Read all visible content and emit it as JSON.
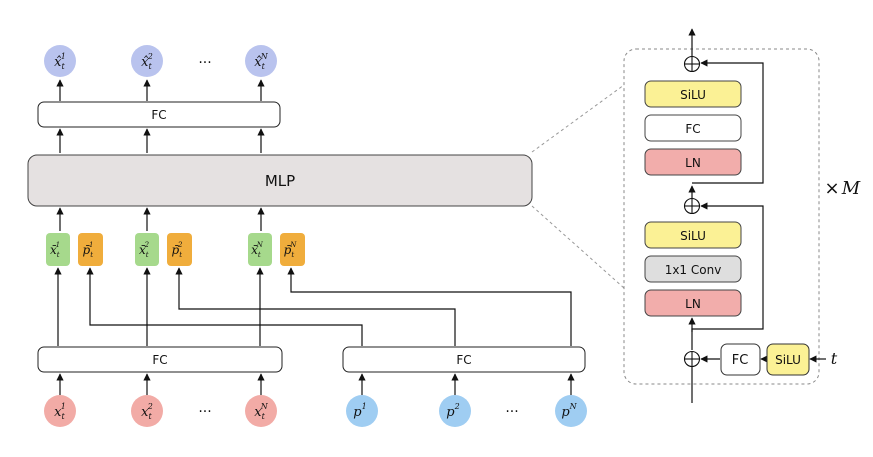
{
  "colors": {
    "pink_node": "#f2aba6",
    "blue_node": "#9fcdf2",
    "violet_node": "#b9c3ee",
    "green_token": "#a6d98c",
    "orange_token": "#f0ad3c",
    "mlp_fill": "#e5e1e1",
    "silu_fill": "#fbf195",
    "ln_fill": "#f2adab",
    "conv_fill": "#dedede",
    "line": "#111111",
    "dashed": "#888888"
  },
  "labels": {
    "fc_top": "FC",
    "mlp": "MLP",
    "fc_bottom_left": "FC",
    "fc_bottom_right": "FC",
    "ellipsis": "···",
    "block_upper_silu": "SiLU",
    "block_upper_fc": "FC",
    "block_upper_ln": "LN",
    "block_lower_silu": "SiLU",
    "block_lower_conv": "1x1 Conv",
    "block_lower_ln": "LN",
    "time_fc": "FC",
    "time_silu": "SiLU",
    "time_input": "t",
    "repeat_times": "×",
    "repeat_symbol": "M"
  },
  "nodes": {
    "outputs": [
      {
        "base": "x̂",
        "sub": "t",
        "sup": "1"
      },
      {
        "base": "x̂",
        "sub": "t",
        "sup": "2"
      },
      {
        "base": "x̂",
        "sub": "t",
        "sup": "N"
      }
    ],
    "inputs_x": [
      {
        "base": "x",
        "sub": "t",
        "sup": "1"
      },
      {
        "base": "x",
        "sub": "t",
        "sup": "2"
      },
      {
        "base": "x",
        "sub": "t",
        "sup": "N"
      }
    ],
    "inputs_p": [
      {
        "base": "p",
        "sup": "1"
      },
      {
        "base": "p",
        "sup": "2"
      },
      {
        "base": "p",
        "sup": "N"
      }
    ],
    "tokens_x": [
      {
        "base": "x̄",
        "sub": "t",
        "sup": "1"
      },
      {
        "base": "x̄",
        "sub": "t",
        "sup": "2"
      },
      {
        "base": "x̄",
        "sub": "t",
        "sup": "N"
      }
    ],
    "tokens_p": [
      {
        "base": "p̄",
        "sub": "t",
        "sup": "1"
      },
      {
        "base": "p̄",
        "sub": "t",
        "sup": "2"
      },
      {
        "base": "p̄",
        "sub": "t",
        "sup": "N"
      }
    ]
  }
}
